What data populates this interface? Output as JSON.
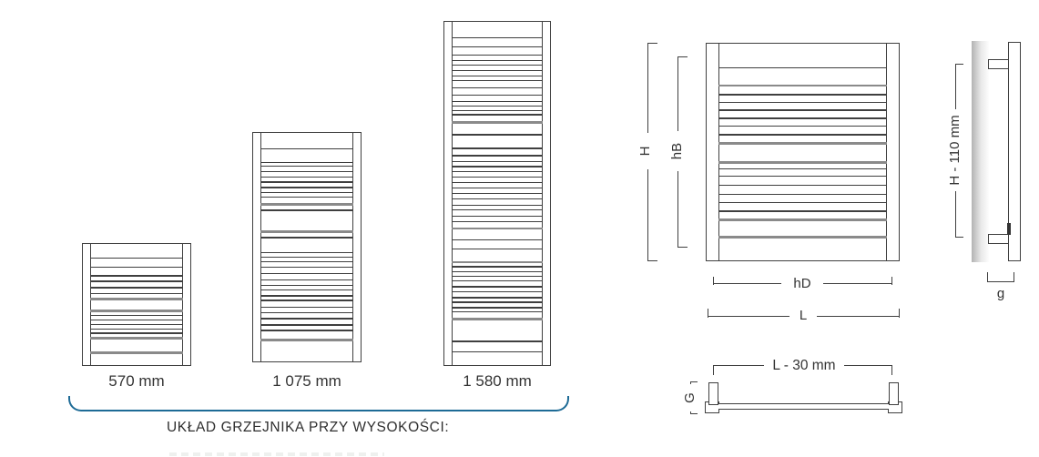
{
  "size_comparison": {
    "caption": "UKŁAD GRZEJNIKA PRZY WYSOKOŚCI:",
    "items": [
      {
        "label": "570 mm"
      },
      {
        "label": "1 075 mm"
      },
      {
        "label": "1 580 mm"
      }
    ]
  },
  "front_view": {
    "label_h": "H",
    "label_hb": "hB",
    "label_hd": "hD",
    "label_l": "L"
  },
  "side_view": {
    "label_height": "H - 110 mm",
    "label_depth": "g"
  },
  "top_view": {
    "label_length": "L - 30 mm",
    "label_depth": "G"
  },
  "colors": {
    "line": "#3f3f3f",
    "line_soft": "#8a8a8a",
    "text": "#333333",
    "brace": "#1e6b96"
  },
  "radiator_patterns": {
    "r570": {
      "rail": 8,
      "lines": [
        [
          0.111,
          "n"
        ],
        [
          0.185,
          "n"
        ],
        [
          0.259,
          "n"
        ],
        [
          0.304,
          "n"
        ],
        [
          0.356,
          "n"
        ],
        [
          0.407,
          "n"
        ],
        [
          0.444,
          "g"
        ],
        [
          0.541,
          "g"
        ],
        [
          0.585,
          "n"
        ],
        [
          0.622,
          "n"
        ],
        [
          0.659,
          "n"
        ],
        [
          0.696,
          "n"
        ],
        [
          0.733,
          "n"
        ],
        [
          0.77,
          "g"
        ],
        [
          0.889,
          "g"
        ]
      ]
    },
    "r1075": {
      "rail": 8,
      "lines": [
        [
          0.067,
          "n"
        ],
        [
          0.126,
          "n"
        ],
        [
          0.142,
          "n"
        ],
        [
          0.166,
          "n"
        ],
        [
          0.19,
          "n"
        ],
        [
          0.213,
          "n"
        ],
        [
          0.237,
          "n"
        ],
        [
          0.257,
          "n"
        ],
        [
          0.277,
          "n"
        ],
        [
          0.308,
          "g"
        ],
        [
          0.336,
          "n"
        ],
        [
          0.427,
          "g"
        ],
        [
          0.455,
          "n"
        ],
        [
          0.522,
          "n"
        ],
        [
          0.542,
          "n"
        ],
        [
          0.561,
          "n"
        ],
        [
          0.585,
          "n"
        ],
        [
          0.613,
          "n"
        ],
        [
          0.64,
          "n"
        ],
        [
          0.664,
          "n"
        ],
        [
          0.684,
          "n"
        ],
        [
          0.711,
          "n"
        ],
        [
          0.731,
          "n"
        ],
        [
          0.759,
          "n"
        ],
        [
          0.783,
          "n"
        ],
        [
          0.81,
          "n"
        ],
        [
          0.838,
          "n"
        ],
        [
          0.862,
          "n"
        ],
        [
          0.901,
          "g"
        ]
      ]
    },
    "r1580": {
      "rail": 8,
      "lines": [
        [
          0.045,
          "n"
        ],
        [
          0.071,
          "n"
        ],
        [
          0.095,
          "n"
        ],
        [
          0.111,
          "n"
        ],
        [
          0.124,
          "n"
        ],
        [
          0.14,
          "n"
        ],
        [
          0.156,
          "n"
        ],
        [
          0.169,
          "n"
        ],
        [
          0.19,
          "n"
        ],
        [
          0.211,
          "n"
        ],
        [
          0.23,
          "n"
        ],
        [
          0.243,
          "n"
        ],
        [
          0.256,
          "n"
        ],
        [
          0.269,
          "n"
        ],
        [
          0.29,
          "g"
        ],
        [
          0.327,
          "n"
        ],
        [
          0.367,
          "n"
        ],
        [
          0.388,
          "n"
        ],
        [
          0.406,
          "n"
        ],
        [
          0.42,
          "n"
        ],
        [
          0.435,
          "n"
        ],
        [
          0.451,
          "n"
        ],
        [
          0.467,
          "n"
        ],
        [
          0.483,
          "n"
        ],
        [
          0.499,
          "n"
        ],
        [
          0.515,
          "n"
        ],
        [
          0.533,
          "n"
        ],
        [
          0.546,
          "n"
        ],
        [
          0.565,
          "n"
        ],
        [
          0.58,
          "n"
        ],
        [
          0.599,
          "g"
        ],
        [
          0.633,
          "n"
        ],
        [
          0.66,
          "n"
        ],
        [
          0.697,
          "g"
        ],
        [
          0.712,
          "n"
        ],
        [
          0.726,
          "n"
        ],
        [
          0.739,
          "n"
        ],
        [
          0.752,
          "n"
        ],
        [
          0.77,
          "n"
        ],
        [
          0.784,
          "n"
        ],
        [
          0.802,
          "n"
        ],
        [
          0.815,
          "n"
        ],
        [
          0.831,
          "n"
        ],
        [
          0.844,
          "n"
        ],
        [
          0.863,
          "g"
        ],
        [
          0.929,
          "n"
        ],
        [
          0.96,
          "n"
        ]
      ]
    },
    "front": {
      "rail": 13,
      "lines": [
        [
          0.108,
          "n"
        ],
        [
          0.187,
          "g"
        ],
        [
          0.233,
          "n"
        ],
        [
          0.267,
          "n"
        ],
        [
          0.304,
          "n"
        ],
        [
          0.342,
          "n"
        ],
        [
          0.379,
          "n"
        ],
        [
          0.417,
          "n"
        ],
        [
          0.454,
          "g"
        ],
        [
          0.542,
          "g"
        ],
        [
          0.575,
          "n"
        ],
        [
          0.608,
          "n"
        ],
        [
          0.65,
          "n"
        ],
        [
          0.692,
          "n"
        ],
        [
          0.729,
          "n"
        ],
        [
          0.771,
          "n"
        ],
        [
          0.808,
          "g"
        ],
        [
          0.887,
          "g"
        ]
      ]
    }
  }
}
